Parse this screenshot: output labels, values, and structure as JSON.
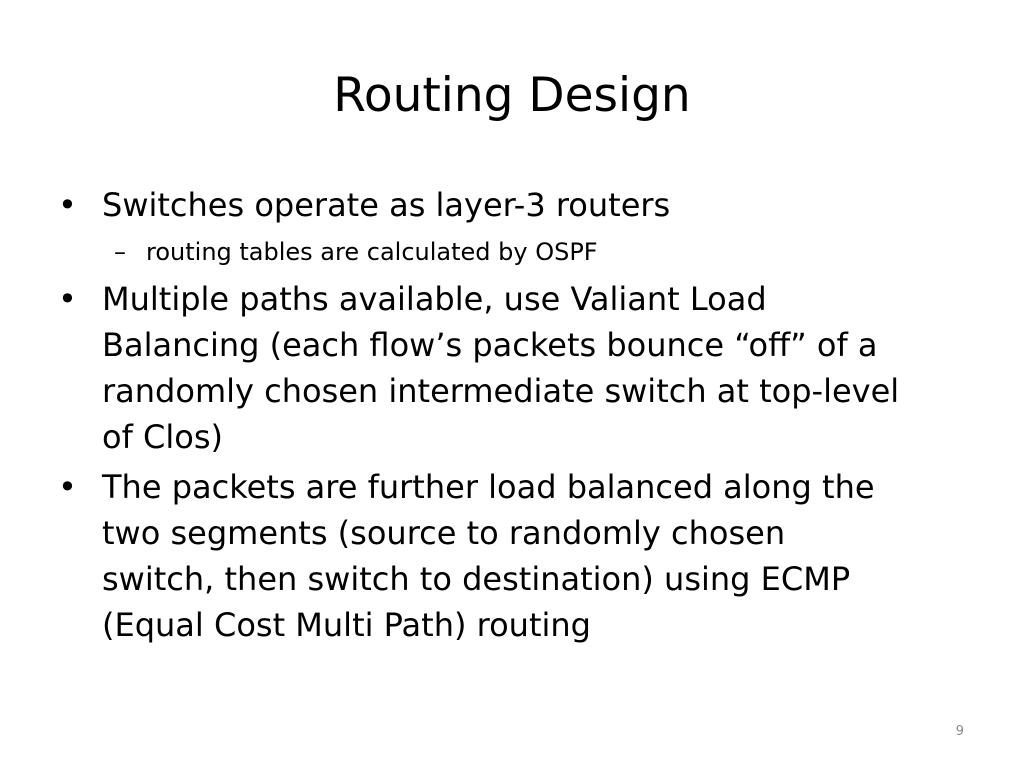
{
  "slide": {
    "title": "Routing Design",
    "page_number": "9",
    "bullets": [
      {
        "marker": "•",
        "lines": [
          "Switches operate as layer-3 routers"
        ]
      },
      {
        "marker": "–",
        "lines": [
          "routing tables are calculated by OSPF"
        ]
      },
      {
        "marker": "•",
        "lines": [
          "Multiple paths available, use Valiant Load",
          "Balancing (each flow’s packets bounce “off” of a",
          "randomly chosen intermediate switch at top-level",
          "of Clos)"
        ]
      },
      {
        "marker": "•",
        "lines": [
          "The packets are further load balanced along the",
          "two segments (source to randomly chosen",
          "switch, then switch to destination) using ECMP",
          "(Equal Cost Multi Path) routing"
        ]
      }
    ]
  }
}
